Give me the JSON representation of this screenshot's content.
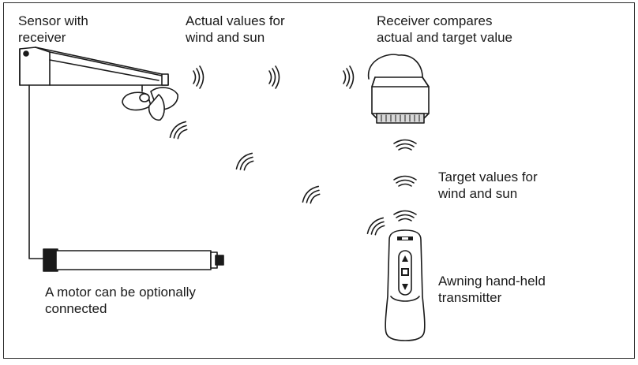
{
  "labels": {
    "sensor": [
      "Sensor with",
      "receiver"
    ],
    "actual_values": [
      "Actual values for",
      "wind and sun"
    ],
    "receiver_compares": [
      "Receiver compares",
      "actual and target value"
    ],
    "target_values": [
      "Target values for",
      "wind and sun"
    ],
    "transmitter": [
      "Awning hand-held",
      "transmitter"
    ],
    "motor": [
      "A motor can be optionally",
      "connected"
    ]
  },
  "colors": {
    "line": "#1a1a1a",
    "fill_light": "#ffffff",
    "fill_dark": "#1a1a1a",
    "fill_grey": "#d9d9d9"
  }
}
